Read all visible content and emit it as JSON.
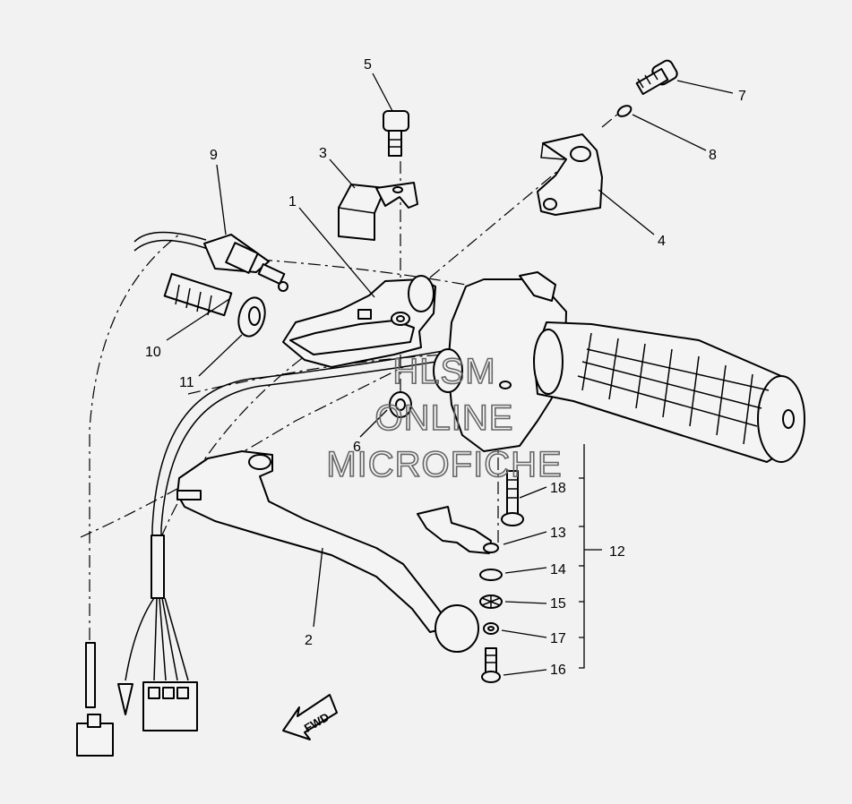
{
  "callouts": {
    "c1": "1",
    "c2": "2",
    "c3": "3",
    "c4": "4",
    "c5": "5",
    "c6": "6",
    "c7": "7",
    "c8": "8",
    "c9": "9",
    "c10": "10",
    "c11": "11",
    "c12": "12",
    "c13": "13",
    "c14": "14",
    "c15": "15",
    "c16": "16",
    "c17": "17",
    "c18": "18"
  },
  "direction_marker": "FWD",
  "watermark": {
    "line1": "HLSM",
    "line2": "ONLINE",
    "line3": "MICROFICHE"
  }
}
